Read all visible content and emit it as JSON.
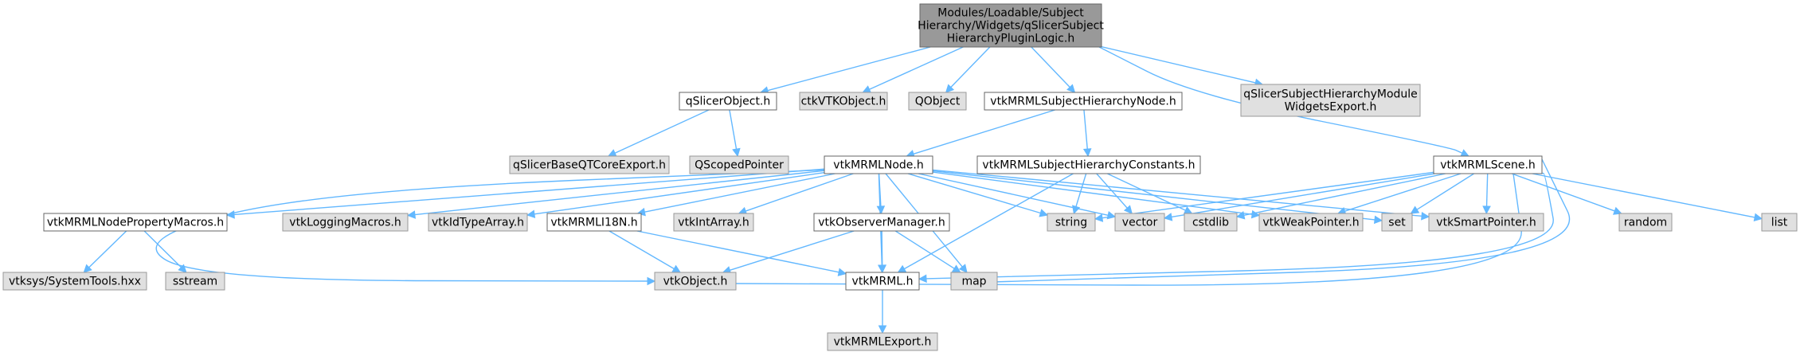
{
  "colors": {
    "root_fill": "#999999",
    "root_stroke": "#666666",
    "local_fill": "#ffffff",
    "local_stroke": "#666666",
    "external_fill": "#e0e0e0",
    "external_stroke": "#999999",
    "edge": "#63b8ff"
  },
  "nodes": {
    "root": {
      "lines": [
        "Modules/Loadable/Subject",
        "Hierarchy/Widgets/qSlicerSubject",
        "HierarchyPluginLogic.h"
      ],
      "kind": "root"
    },
    "qSlicerObject": {
      "lines": [
        "qSlicerObject.h"
      ],
      "kind": "local"
    },
    "ctkVTKObject": {
      "lines": [
        "ctkVTKObject.h"
      ],
      "kind": "external"
    },
    "QObject": {
      "lines": [
        "QObject"
      ],
      "kind": "external"
    },
    "vtkMRMLSubjectHierarchyNode": {
      "lines": [
        "vtkMRMLSubjectHierarchyNode.h"
      ],
      "kind": "local"
    },
    "qSlicerSHMWExport": {
      "lines": [
        "qSlicerSubjectHierarchyModule",
        "WidgetsExport.h"
      ],
      "kind": "external"
    },
    "qSlicerBaseQTCoreExport": {
      "lines": [
        "qSlicerBaseQTCoreExport.h"
      ],
      "kind": "external"
    },
    "QScopedPointer": {
      "lines": [
        "QScopedPointer"
      ],
      "kind": "external"
    },
    "vtkMRMLNode": {
      "lines": [
        "vtkMRMLNode.h"
      ],
      "kind": "local"
    },
    "vtkMRMLSubjectHierarchyConstants": {
      "lines": [
        "vtkMRMLSubjectHierarchyConstants.h"
      ],
      "kind": "local"
    },
    "vtkMRMLScene": {
      "lines": [
        "vtkMRMLScene.h"
      ],
      "kind": "local"
    },
    "vtkMRMLNodePropertyMacros": {
      "lines": [
        "vtkMRMLNodePropertyMacros.h"
      ],
      "kind": "local"
    },
    "vtkLoggingMacros": {
      "lines": [
        "vtkLoggingMacros.h"
      ],
      "kind": "external"
    },
    "vtkIdTypeArray": {
      "lines": [
        "vtkIdTypeArray.h"
      ],
      "kind": "external"
    },
    "vtkMRMLI18N": {
      "lines": [
        "vtkMRMLI18N.h"
      ],
      "kind": "local"
    },
    "vtkIntArray": {
      "lines": [
        "vtkIntArray.h"
      ],
      "kind": "external"
    },
    "vtkObserverManager": {
      "lines": [
        "vtkObserverManager.h"
      ],
      "kind": "local"
    },
    "string": {
      "lines": [
        "string"
      ],
      "kind": "external"
    },
    "vector": {
      "lines": [
        "vector"
      ],
      "kind": "external"
    },
    "cstdlib": {
      "lines": [
        "cstdlib"
      ],
      "kind": "external"
    },
    "vtkWeakPointer": {
      "lines": [
        "vtkWeakPointer.h"
      ],
      "kind": "external"
    },
    "set": {
      "lines": [
        "set"
      ],
      "kind": "external"
    },
    "vtkSmartPointer": {
      "lines": [
        "vtkSmartPointer.h"
      ],
      "kind": "external"
    },
    "random": {
      "lines": [
        "random"
      ],
      "kind": "external"
    },
    "list": {
      "lines": [
        "list"
      ],
      "kind": "external"
    },
    "vtksysSystemTools": {
      "lines": [
        "vtksys/SystemTools.hxx"
      ],
      "kind": "external"
    },
    "sstream": {
      "lines": [
        "sstream"
      ],
      "kind": "external"
    },
    "vtkObject": {
      "lines": [
        "vtkObject.h"
      ],
      "kind": "external"
    },
    "vtkMRML": {
      "lines": [
        "vtkMRML.h"
      ],
      "kind": "local"
    },
    "map": {
      "lines": [
        "map"
      ],
      "kind": "external"
    },
    "vtkMRMLExport": {
      "lines": [
        "vtkMRMLExport.h"
      ],
      "kind": "external"
    }
  }
}
